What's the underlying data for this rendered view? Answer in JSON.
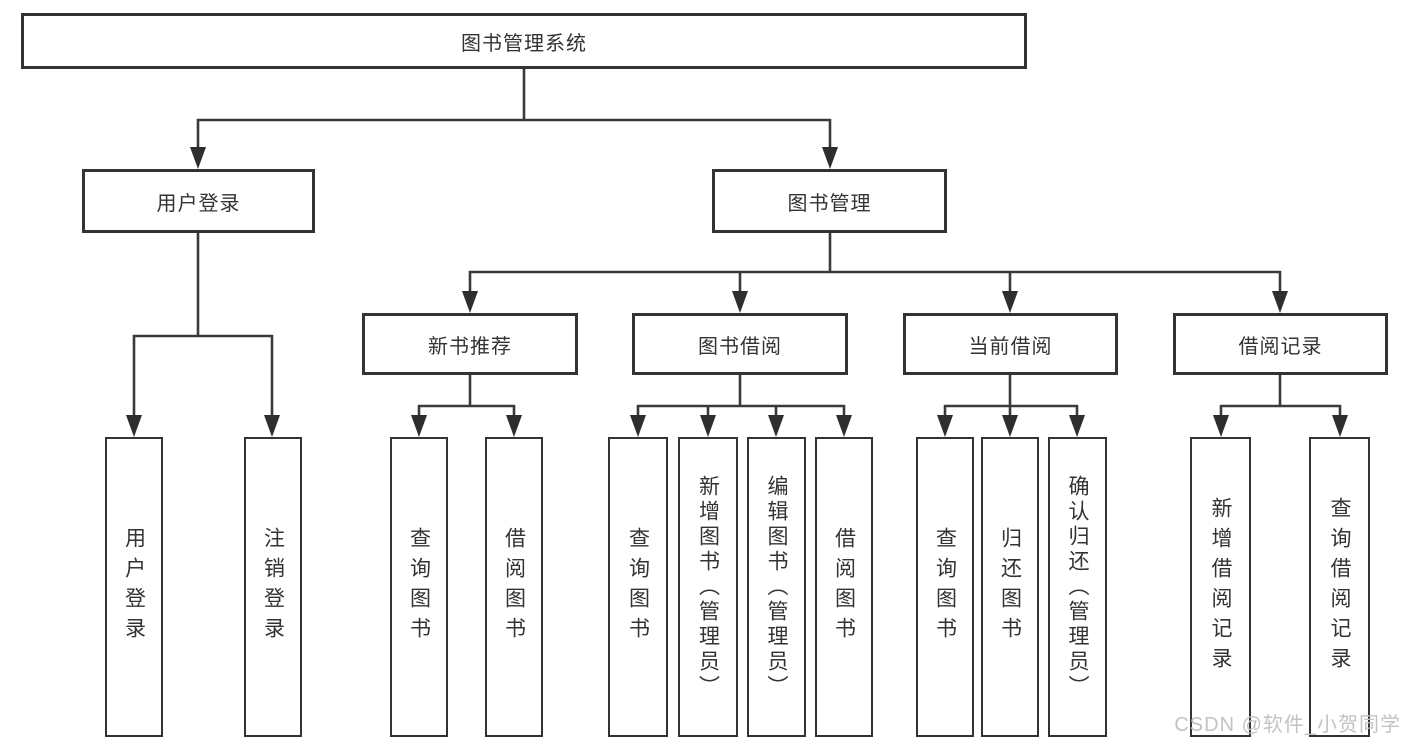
{
  "diagram": {
    "type": "hierarchy-tree",
    "tree": {
      "root": {
        "label": "图书管理系统",
        "children": [
          {
            "label": "用户登录",
            "children": [
              {
                "label": "用户登录"
              },
              {
                "label": "注销登录"
              }
            ]
          },
          {
            "label": "图书管理",
            "children": [
              {
                "label": "新书推荐",
                "children": [
                  {
                    "label": "查询图书"
                  },
                  {
                    "label": "借阅图书"
                  }
                ]
              },
              {
                "label": "图书借阅",
                "children": [
                  {
                    "label": "查询图书"
                  },
                  {
                    "label": "新增图书（管理员）"
                  },
                  {
                    "label": "编辑图书（管理员）"
                  },
                  {
                    "label": "借阅图书"
                  }
                ]
              },
              {
                "label": "当前借阅",
                "children": [
                  {
                    "label": "查询图书"
                  },
                  {
                    "label": "归还图书"
                  },
                  {
                    "label": "确认归还（管理员）"
                  }
                ]
              },
              {
                "label": "借阅记录",
                "children": [
                  {
                    "label": "新增借阅记录"
                  },
                  {
                    "label": "查询借阅记录"
                  }
                ]
              }
            ]
          }
        ]
      }
    },
    "colors": {
      "line": "#3a3a3a",
      "box_border": "#333333",
      "text": "#333333",
      "background": "#ffffff",
      "watermark_text": "#c3c3c3"
    }
  },
  "watermark": {
    "text": "CSDN @软件_小贺同学"
  }
}
